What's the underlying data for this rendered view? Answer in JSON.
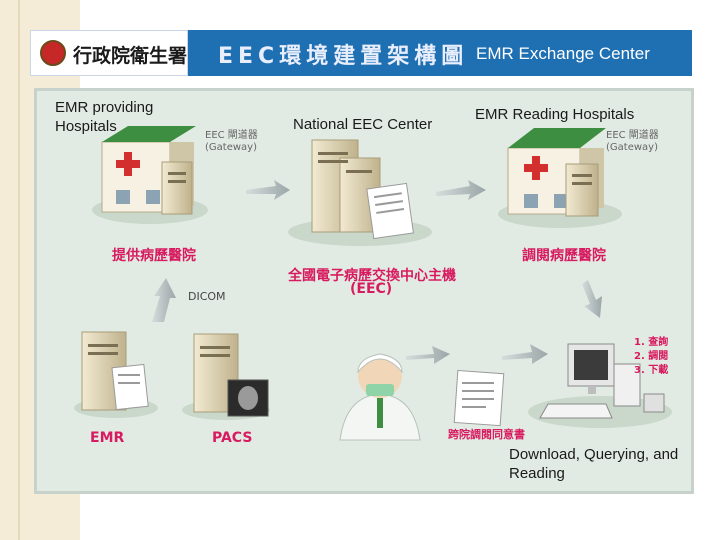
{
  "header": {
    "logo_text": "行政院衛生署",
    "title_zh": "EEC環境建置架構圖",
    "title_en": "EMR Exchange Center"
  },
  "diagram": {
    "providing_label": "EMR providing Hospitals",
    "national_label": "National EEC Center",
    "reading_label": "EMR Reading Hospitals",
    "gateway_left": "EEC 閘道器\n(Gateway)",
    "gateway_right": "EEC 閘道器\n(Gateway)",
    "provider_zh": "提供病歷醫院",
    "center_zh_1": "全國電子病歷交換中心主機",
    "center_zh_2": "(EEC)",
    "reader_zh": "調閱病歷醫院",
    "dicom": "DICOM",
    "emr": "EMR",
    "pacs": "PACS",
    "consent_zh": "跨院調閱同意書",
    "steps": [
      "1. 查詢",
      "2. 調閱",
      "3. 下載"
    ],
    "bottom_label": "Download, Querying, and Reading"
  },
  "colors": {
    "header_blue": "#1f6fb3",
    "panel_bg": "#e2ebe3",
    "label_pink": "#d81b60",
    "hospital_green": "#3e8e41",
    "cross_red": "#d32f2f"
  }
}
